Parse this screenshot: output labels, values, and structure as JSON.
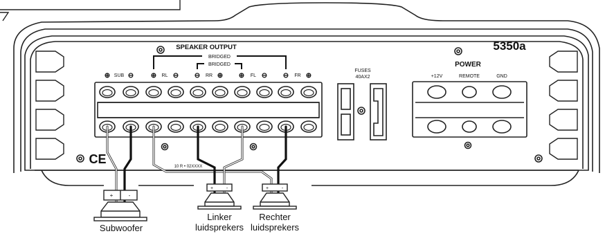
{
  "model": "5350a",
  "speaker_output": {
    "title": "SPEAKER OUTPUT",
    "bridged_outer": "BRIDGED",
    "bridged_inner": "BRIDGED",
    "channels": [
      "SUB",
      "RL",
      "RR",
      "FL",
      "FR"
    ],
    "plus_symbol": "⊕",
    "minus_symbol": "⊖"
  },
  "fuses": {
    "line1": "FUSES",
    "line2": "40AX2"
  },
  "power": {
    "title": "POWER",
    "terminals": [
      "+12V",
      "REMOTE",
      "GND"
    ]
  },
  "certification": "CE",
  "serial_text": "10 R • 02XXXX",
  "speakers": {
    "plus": "+",
    "minus": "-",
    "subwoofer": "Subwoofer",
    "left_line1": "Linker",
    "left_line2": "luidsprekers",
    "right_line1": "Rechter",
    "right_line2": "luidsprekers"
  }
}
